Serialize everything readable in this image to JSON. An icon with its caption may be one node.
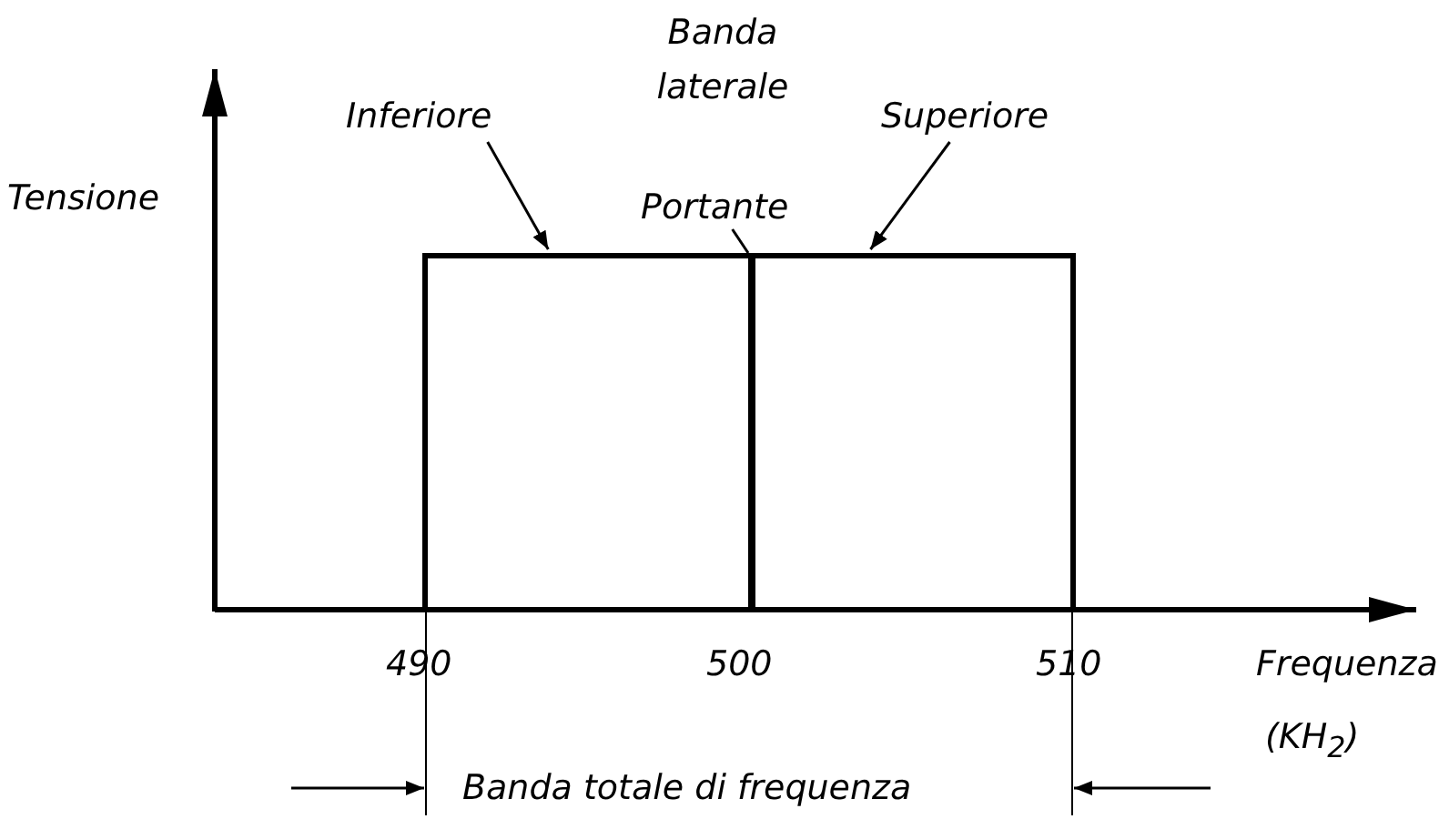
{
  "diagram": {
    "nodes": [
      {
        "text": [
          "Inferiore"
        ]
      },
      {
        "text": [],
        "shape": "box"
      },
      {
        "text": [
          "Superiore"
        ]
      },
      {
        "text": [],
        "shape": "box"
      },
      {
        "text": [
          "Portante"
        ]
      },
      {
        "text": [],
        "shape": "bar"
      }
    ],
    "edges": [
      {
        "from": 0,
        "to": 1,
        "arrow": "to"
      },
      {
        "from": 2,
        "to": 3,
        "arrow": "to"
      },
      {
        "from": 4,
        "to": 5,
        "arrow": "none"
      }
    ],
    "labels": [
      "Banda laterale",
      "Tensione",
      "490",
      "500",
      "510",
      "Frequenza",
      "(KH$_{2}$)",
      "Banda totale di frequenza"
    ]
  }
}
